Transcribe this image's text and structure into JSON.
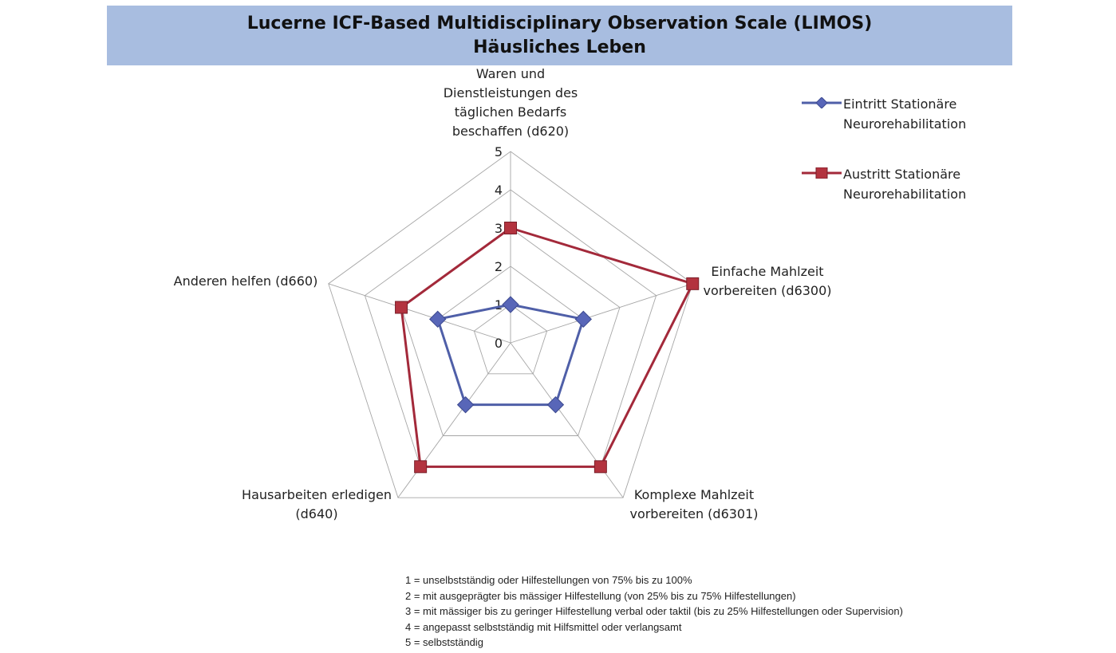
{
  "header": {
    "title_line1": "Lucerne ICF-Based Multidisciplinary Observation Scale (LIMOS)",
    "title_line2": "Häusliches Leben"
  },
  "chart_data": {
    "type": "radar",
    "categories": [
      "Waren und Dienstleistungen des täglichen Bedarfs beschaffen (d620)",
      "Einfache Mahlzeit vorbereiten (d6300)",
      "Komplexe Mahlzeit vorbereiten (d6301)",
      "Hausarbeiten erledigen (d640)",
      "Anderen helfen (d660)"
    ],
    "category_lines": [
      [
        "Waren und",
        "Dienstleistungen des",
        "täglichen Bedarfs",
        "beschaffen (d620)"
      ],
      [
        "Einfache Mahlzeit",
        "vorbereiten (d6300)"
      ],
      [
        "Komplexe Mahlzeit",
        "vorbereiten (d6301)"
      ],
      [
        "Hausarbeiten erledigen",
        "(d640)"
      ],
      [
        "Anderen helfen (d660)"
      ]
    ],
    "series": [
      {
        "name": "Eintritt Stationäre Neurorehabilitation",
        "values": [
          1,
          2,
          2,
          2,
          2
        ],
        "color": "#4f5fa8",
        "marker": "diamond"
      },
      {
        "name": "Austritt Stationäre Neurorehabilitation",
        "values": [
          3,
          5,
          4,
          4,
          3
        ],
        "color": "#a3293a",
        "marker": "square"
      }
    ],
    "rlim": [
      0,
      5
    ],
    "ticks": [
      "0",
      "1",
      "2",
      "3",
      "4",
      "5"
    ],
    "grid": true,
    "legend_position": "top-right"
  },
  "legend": [
    {
      "line1": "Eintritt Stationäre",
      "line2": "Neurorehabilitation"
    },
    {
      "line1": "Austritt Stationäre",
      "line2": "Neurorehabilitation"
    }
  ],
  "footnote": [
    "1 = unselbstständig oder Hilfestellungen von 75% bis zu 100%",
    "2 = mit ausgeprägter bis mässiger Hilfestellung (von 25% bis zu 75% Hilfestellungen)",
    "3 = mit mässiger bis zu geringer Hilfestellung verbal oder taktil (bis zu 25% Hilfestellungen oder Supervision)",
    "4 = angepasst selbstständig mit Hilfsmittel oder verlangsamt",
    "5 = selbstständig"
  ]
}
